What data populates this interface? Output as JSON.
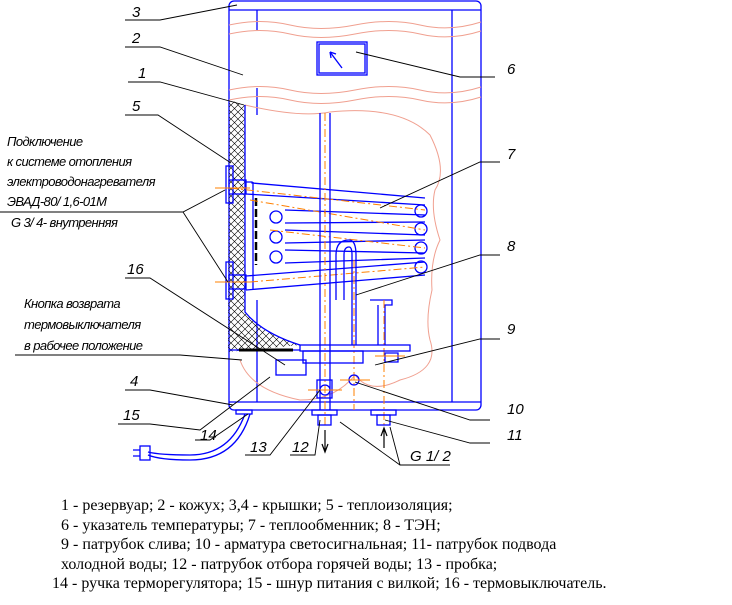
{
  "callouts": {
    "n1": "1",
    "n2": "2",
    "n3": "3",
    "n4": "4",
    "n5": "5",
    "n6": "6",
    "n7": "7",
    "n8": "8",
    "n9": "9",
    "n10": "10",
    "n11": "11",
    "n12": "12",
    "n13": "13",
    "n14": "14",
    "n15": "15",
    "n16": "16",
    "thread": "G 1/ 2"
  },
  "notes": {
    "heating_connection": [
      "Подключение",
      "к системе  отопления",
      "электроводонагревателя",
      "ЭВАД-80/ 1,6-01М",
      "G 3/ 4- внутренняя"
    ],
    "reset_button": [
      "Кнопка возврата",
      "термовыключателя",
      "в рабочее положение"
    ]
  },
  "legend": [
    "1 - резервуар; 2 - кожух; 3,4 - крышки; 5 - теплоизоляция;",
    "6 - указатель температуры; 7 - теплообменник; 8 - ТЭН;",
    "9 - патрубок слива; 10 - арматура светосигнальная; 11- патрубок подвода",
    "холодной воды; 12 - патрубок отбора горячей воды; 13 - пробка;",
    "14 - ручка терморегулятора; 15 - шнур питания с вилкой; 16 - термовыключатель."
  ],
  "colors": {
    "outline": "#0000ff",
    "axis": "#ff8000",
    "tank": "#f0a090"
  }
}
